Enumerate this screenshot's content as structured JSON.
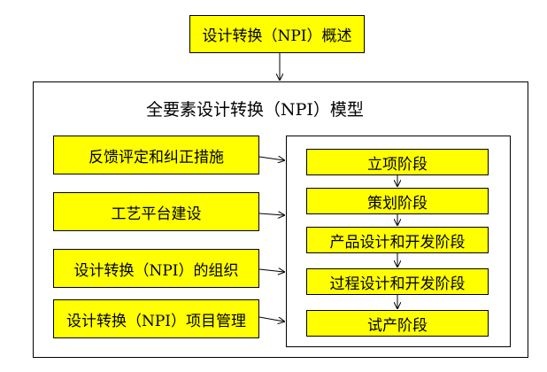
{
  "overview_box": {
    "label": "设计转换（NPI）概述"
  },
  "model": {
    "title": "全要素设计转换（NPI）模型",
    "left_items": [
      "反馈评定和纠正措施",
      "工艺平台建设",
      "设计转换（NPI）的组织",
      "设计转换（NPI）项目管理"
    ],
    "stages": [
      "立项阶段",
      "策划阶段",
      "产品设计和开发阶段",
      "过程设计和开发阶段",
      "试产阶段"
    ]
  },
  "colors": {
    "box_fill": "#ffff00",
    "line": "#000000"
  }
}
